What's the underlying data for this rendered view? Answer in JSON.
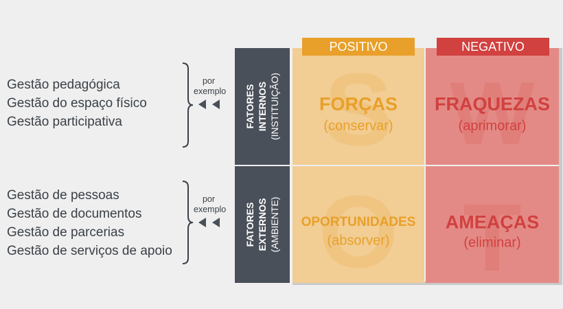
{
  "columns": {
    "positive": {
      "label": "POSITIVO",
      "color": "#e8a02a"
    },
    "negative": {
      "label": "NEGATIVO",
      "color": "#d0413f"
    }
  },
  "rows": {
    "internal": {
      "line1": "FATORES",
      "line2": "INTERNOS",
      "line3": "(INSTITUIÇÃO)"
    },
    "external": {
      "line1": "FATORES",
      "line2": "EXTERNOS",
      "line3": "(AMBIENTE)"
    }
  },
  "cells": {
    "strengths": {
      "letter": "S",
      "title": "FORÇAS",
      "subtitle": "(conservar)",
      "bg": "#f2cd94",
      "text_color": "#e8a02a"
    },
    "weaknesses": {
      "letter": "W",
      "title": "FRAQUEZAS",
      "subtitle": "(aprimorar)",
      "bg": "#e48a86",
      "text_color": "#d0413f"
    },
    "opportunities": {
      "letter": "O",
      "title": "OPORTUNIDADES",
      "subtitle": "(absorver)",
      "bg": "#f2cd94",
      "text_color": "#e8a02a"
    },
    "threats": {
      "letter": "T",
      "title": "AMEAÇAS",
      "subtitle": "(eliminar)",
      "bg": "#e48a86",
      "text_color": "#d0413f"
    }
  },
  "examples": {
    "internal": {
      "items": [
        "Gestão pedagógica",
        "Gestão do espaço físico",
        "Gestão participativa"
      ],
      "por": "por",
      "exemplo": "exemplo"
    },
    "external": {
      "items": [
        "Gestão de pessoas",
        "Gestão de documentos",
        "Gestão de parcerias",
        "Gestão de serviços de apoio"
      ],
      "por": "por",
      "exemplo": "exemplo"
    }
  },
  "colors": {
    "factor_bg": "#4a5059",
    "text_dark": "#3a4047",
    "background": "#efefef"
  }
}
